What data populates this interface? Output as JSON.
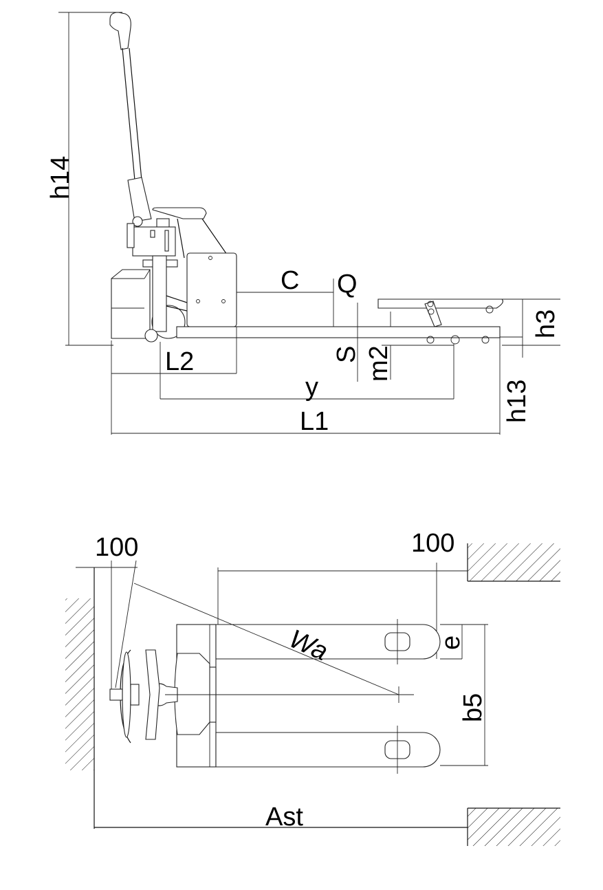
{
  "diagram": {
    "side_view": {
      "labels": {
        "h14": "h14",
        "C": "C",
        "Q": "Q",
        "L2": "L2",
        "S": "S",
        "m2": "m2",
        "y": "y",
        "L1": "L1",
        "h3": "h3",
        "h13": "h13"
      }
    },
    "top_view": {
      "labels": {
        "clearance_left": "100",
        "clearance_right": "100",
        "Wa": "Wa",
        "e": "e",
        "b5": "b5",
        "Ast": "Ast"
      }
    },
    "colors": {
      "line": "#111111",
      "background": "#ffffff"
    }
  }
}
